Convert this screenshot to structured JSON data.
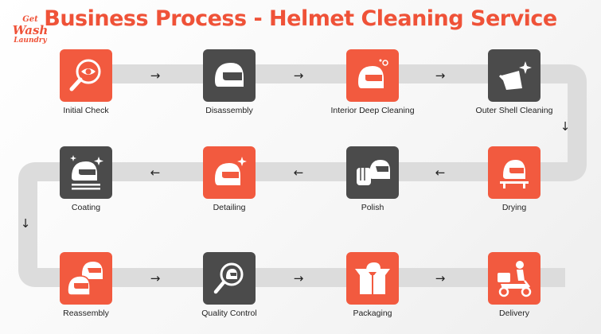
{
  "title": "Business Process - Helmet Cleaning Service",
  "logo": {
    "line1": "Get",
    "line2": "Wash",
    "line3": "Laundry"
  },
  "colors": {
    "accent": "#f25a3f",
    "dark": "#4b4b4b",
    "track": "#dcdcdc"
  },
  "steps": [
    {
      "label": "Initial Check",
      "icon": "magnifier-eye-icon",
      "tile": "orange"
    },
    {
      "label": "Disassembly",
      "icon": "helmet-icon",
      "tile": "dark"
    },
    {
      "label": "Interior Deep Cleaning",
      "icon": "helmet-sparkle-icon",
      "tile": "orange"
    },
    {
      "label": "Outer Shell Cleaning",
      "icon": "visor-sparkle-icon",
      "tile": "dark"
    },
    {
      "label": "Drying",
      "icon": "helmet-on-stand-icon",
      "tile": "orange"
    },
    {
      "label": "Polish",
      "icon": "hand-polishing-helmet-icon",
      "tile": "dark"
    },
    {
      "label": "Detailing",
      "icon": "helmet-sparkle-icon",
      "tile": "orange"
    },
    {
      "label": "Coating",
      "icon": "helmet-shine-icon",
      "tile": "dark"
    },
    {
      "label": "Reassembly",
      "icon": "two-helmets-icon",
      "tile": "orange"
    },
    {
      "label": "Quality Control",
      "icon": "magnifier-helmet-icon",
      "tile": "dark"
    },
    {
      "label": "Packaging",
      "icon": "open-box-icon",
      "tile": "orange"
    },
    {
      "label": "Delivery",
      "icon": "delivery-scooter-icon",
      "tile": "orange"
    }
  ],
  "arrows": {
    "right": "→",
    "left": "←",
    "down": "↓"
  }
}
